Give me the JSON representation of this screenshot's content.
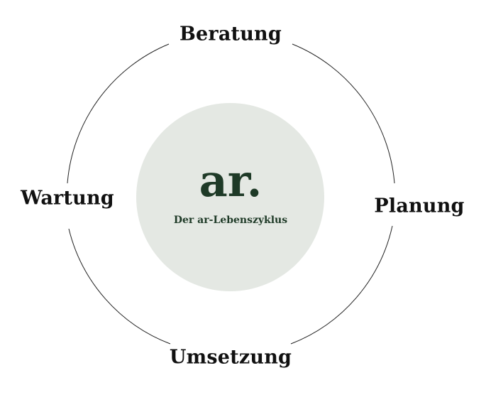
{
  "diagram": {
    "stages": {
      "top": "Beratung",
      "right": "Planung",
      "bottom": "Umsetzung",
      "left": "Wartung"
    },
    "center": {
      "logo": "ar.",
      "caption": "Der ar-Lebenszyklus"
    },
    "colors": {
      "ring_stroke": "#222222",
      "disc_fill": "#e4e8e3",
      "logo_green": "#1e3a27",
      "label_text": "#111111"
    }
  }
}
